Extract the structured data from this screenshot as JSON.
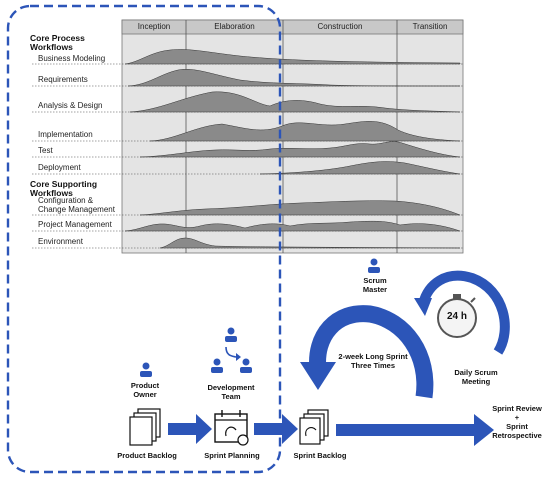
{
  "rup": {
    "phases": [
      "Inception",
      "Elaboration",
      "Construction",
      "Transition"
    ],
    "group_core_process": "Core Process Workflows",
    "group_core_supporting": "Core Supporting Workflows",
    "workflows": [
      "Business Modeling",
      "Requirements",
      "Analysis & Design",
      "Implementation",
      "Test",
      "Deployment",
      "Configuration & Change Management",
      "Project Management",
      "Environment"
    ]
  },
  "scrum": {
    "product_owner": "Product Owner",
    "development_team": "Development Team",
    "scrum_master": "Scrum Master",
    "sprint_cycle": "2-week Long Sprint Three Times",
    "daily_timer": "24 h",
    "daily_meeting": "Daily Scrum Meeting",
    "product_backlog": "Product Backlog",
    "sprint_planning": "Sprint Planning",
    "sprint_backlog": "Sprint Backlog",
    "review_retro": [
      "Sprint Review",
      "+",
      "Sprint Retrospective"
    ]
  },
  "colors": {
    "accent_blue": "#2c55b8",
    "hump_gray": "#8a8a8a",
    "chart_bg": "#e4e4e4",
    "header_bg": "#c8c8c8"
  }
}
